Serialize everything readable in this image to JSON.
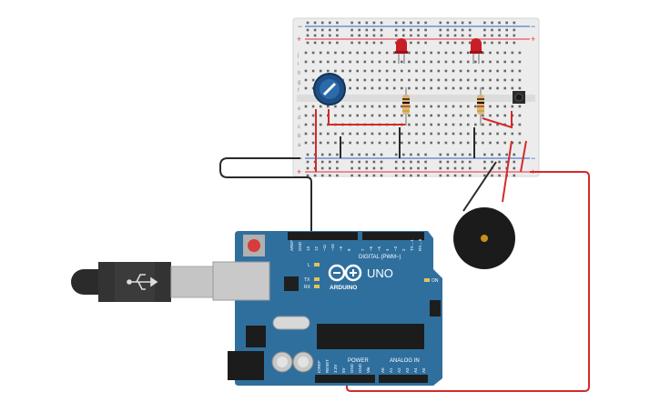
{
  "canvas": {
    "background": "#ffffff"
  },
  "breadboard": {
    "color": "#ececec",
    "rail_red": "#e8303a",
    "rail_blue": "#2a62c8",
    "plus_label": "+",
    "minus_label": "−",
    "row_letters_top": [
      "j",
      "i",
      "h",
      "g",
      "f"
    ],
    "row_letters_bottom": [
      "e",
      "d",
      "c",
      "b",
      "a"
    ]
  },
  "arduino": {
    "board_color": "#2f6f9e",
    "brand": "ARDUINO",
    "model": "UNO",
    "digital_label": "DIGITAL (PWM~)",
    "power_label": "POWER",
    "analog_label": "ANALOG IN",
    "on_label": "ON",
    "led_labels": [
      "L",
      "TX",
      "RX"
    ],
    "top_pin_labels": [
      "AREF",
      "GND",
      "13",
      "12",
      "~11",
      "~10",
      "~9",
      "8",
      "7",
      "~6",
      "~5",
      "4",
      "~3",
      "2",
      "TX→1",
      "RX←0"
    ],
    "power_pin_labels": [
      "IOREF",
      "RESET",
      "3.3V",
      "5V",
      "GND",
      "GND",
      "Vin"
    ],
    "analog_pin_labels": [
      "A0",
      "A1",
      "A2",
      "A3",
      "A4",
      "A5"
    ]
  },
  "components": {
    "potentiometer": {
      "color": "#1d4f86"
    },
    "leds": {
      "color": "#c81e25"
    },
    "buzzer": {
      "color": "#1b1b1b",
      "center_color": "#c98f1d"
    },
    "usb_cable": {
      "color": "#2b2b2b"
    }
  },
  "wires": {
    "red": "#d42a2a",
    "black": "#2a2a2a"
  }
}
